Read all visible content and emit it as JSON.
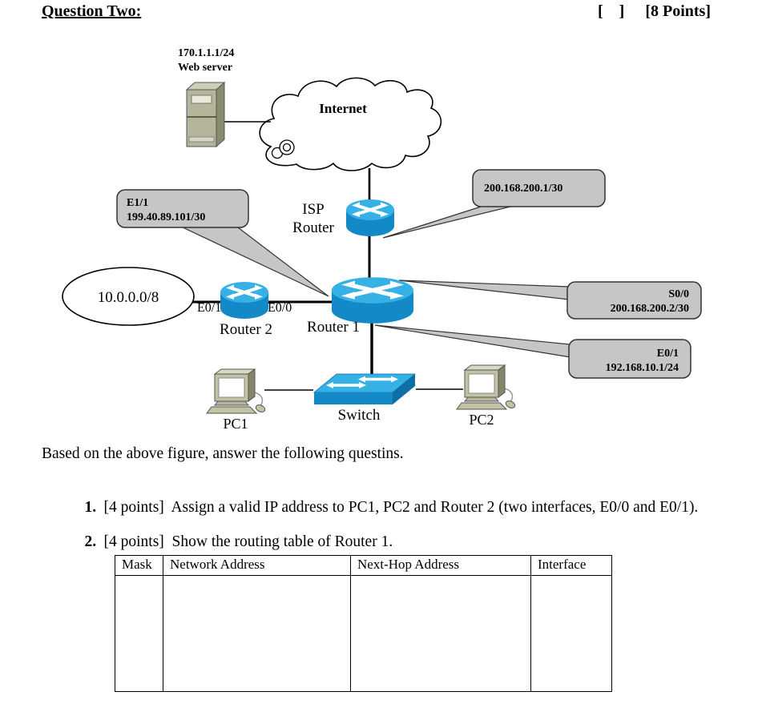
{
  "header": {
    "title": "Question Two:",
    "marks_box": "[    ]",
    "points_label": "[8 Points]"
  },
  "diagram": {
    "web_server": {
      "ip": "170.1.1.1/24",
      "name": "Web server"
    },
    "internet": {
      "label": "Internet"
    },
    "isp_router": {
      "label_line1": "ISP",
      "label_line2": "Router"
    },
    "callout_isp_wan": {
      "line1": "200.168.200.1/30"
    },
    "callout_e1_1": {
      "line1": "E1/1",
      "line2": "199.40.89.101/30"
    },
    "callout_s0_0": {
      "line1": "S0/0",
      "line2": "200.168.200.2/30"
    },
    "callout_e0_1": {
      "line1": "E0/1",
      "line2": "192.168.10.1/24"
    },
    "network_cloud": {
      "label": "10.0.0.0/8"
    },
    "router2": {
      "label": "Router 2",
      "if_left": "E0/1",
      "if_right": "E0/0"
    },
    "router1": {
      "label": "Router 1"
    },
    "switch": {
      "label": "Switch"
    },
    "pc1": {
      "label": "PC1"
    },
    "pc2": {
      "label": "PC2"
    }
  },
  "body": {
    "intro": "Based on the above figure, answer the following questins.",
    "questions": [
      {
        "num": "1.",
        "text": "[4 points]  Assign a valid IP address to PC1, PC2 and Router 2 (two interfaces, E0/0 and E0/1)."
      },
      {
        "num": "2.",
        "text": "[4 points]  Show the routing table of Router 1."
      }
    ]
  },
  "routing_table": {
    "headers": [
      "Mask",
      "Network Address",
      "Next-Hop Address",
      "Interface"
    ],
    "rows": [
      [
        "",
        "",
        "",
        ""
      ]
    ]
  },
  "colors": {
    "router_blue_top": "#35b1e5",
    "router_blue_body": "#1489c8",
    "switch_side_blue": "#0e6fa6",
    "callout_gray": "#c6c6c6",
    "device_tan": "#b5b59b"
  }
}
